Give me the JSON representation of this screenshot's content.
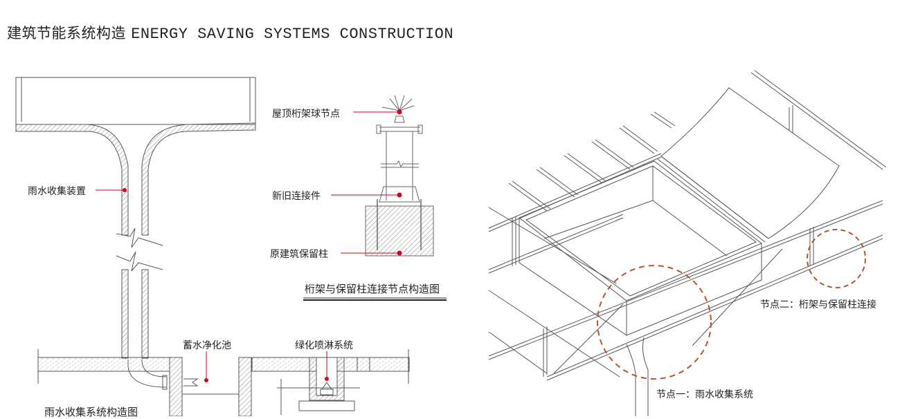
{
  "title": {
    "cn": "建筑节能系统构造",
    "en": "ENERGY SAVING SYSTEMS CONSTRUCTION"
  },
  "rainwater_section": {
    "caption": "雨水收集系统构造图",
    "labels": {
      "collector": "雨水收集装置",
      "storage_pool": "蓄水净化池",
      "irrigation": "绿化喷淋系统"
    }
  },
  "truss_column_section": {
    "caption": "桁架与保留柱连接节点构造图",
    "labels": {
      "ball_joint": "屋顶桁架球节点",
      "connector": "新旧连接件",
      "column": "原建筑保留柱"
    }
  },
  "axonometric": {
    "node_1": "节点一：雨水收集系统",
    "node_2": "节点二：桁架与保留柱连接"
  },
  "colors": {
    "marker_red": "#d0021b",
    "highlight_circle": "#b5532a",
    "line": "#555555"
  }
}
